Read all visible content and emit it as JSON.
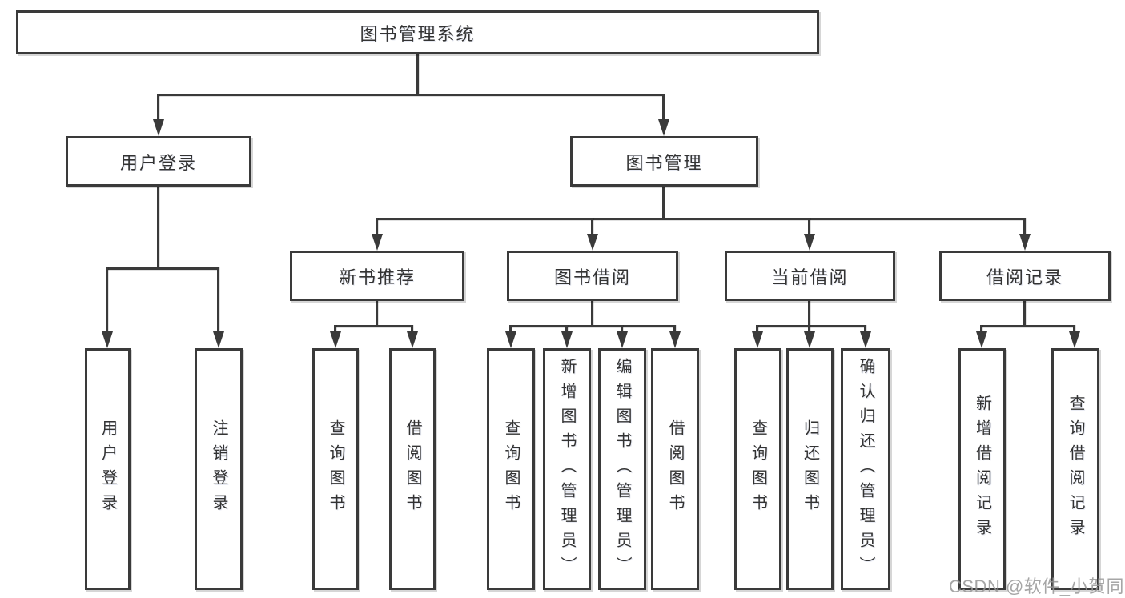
{
  "nodes": {
    "root": "图书管理系统",
    "user_login": "用户登录",
    "book_mgmt": "图书管理",
    "new_book_rec": "新书推荐",
    "book_borrow": "图书借阅",
    "current_borrow": "当前借阅",
    "borrow_records": "借阅记录",
    "ul_user_login": "用户登录",
    "ul_logout": "注销登录",
    "nbr_query_book": "查询图书",
    "nbr_borrow_book": "借阅图书",
    "bb_query_book": "查询图书",
    "bb_add_book": "新增图书（管理员）",
    "bb_edit_book": "编辑图书（管理员）",
    "bb_borrow_book": "借阅图书",
    "cb_query_book": "查询图书",
    "cb_return_book": "归还图书",
    "cb_confirm_return": "确认归还（管理员）",
    "br_add_record": "新增借阅记录",
    "br_query_record": "查询借阅记录"
  },
  "hierarchy": {
    "label": "图书管理系统",
    "children": [
      {
        "label": "用户登录",
        "children": [
          {
            "label": "用户登录"
          },
          {
            "label": "注销登录"
          }
        ]
      },
      {
        "label": "图书管理",
        "children": [
          {
            "label": "新书推荐",
            "children": [
              {
                "label": "查询图书"
              },
              {
                "label": "借阅图书"
              }
            ]
          },
          {
            "label": "图书借阅",
            "children": [
              {
                "label": "查询图书"
              },
              {
                "label": "新增图书（管理员）"
              },
              {
                "label": "编辑图书（管理员）"
              },
              {
                "label": "借阅图书"
              }
            ]
          },
          {
            "label": "当前借阅",
            "children": [
              {
                "label": "查询图书"
              },
              {
                "label": "归还图书"
              },
              {
                "label": "确认归还（管理员）"
              }
            ]
          },
          {
            "label": "借阅记录",
            "children": [
              {
                "label": "新增借阅记录"
              },
              {
                "label": "查询借阅记录"
              }
            ]
          }
        ]
      }
    ]
  },
  "watermark": "CSDN @软件_小贺同学",
  "colors": {
    "line": "#3a3a3a",
    "box_border": "#3a3a3a",
    "text": "#333333",
    "background": "#ffffff",
    "watermark": "#969696"
  }
}
